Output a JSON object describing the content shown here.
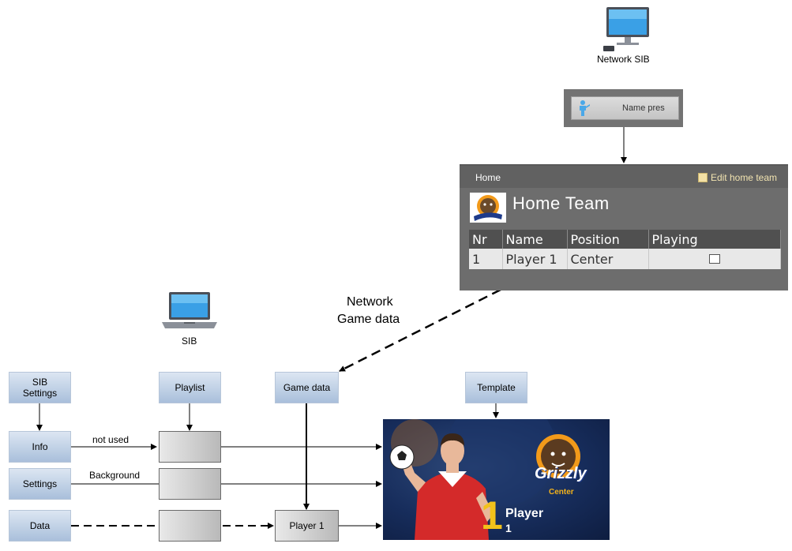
{
  "network_sib": {
    "label": "Network SIB"
  },
  "name_pres": {
    "label": "Name pres"
  },
  "home_panel": {
    "tab": "Home",
    "edit_link": "Edit home team",
    "team_name": "Home Team",
    "columns": [
      "Nr",
      "Name",
      "Position",
      "Playing"
    ],
    "rows": [
      {
        "nr": "1",
        "name": "Player 1",
        "position": "Center",
        "playing": false
      }
    ]
  },
  "network_game_data": {
    "line1": "Network",
    "line2": "Game data"
  },
  "sib": {
    "label": "SIB"
  },
  "boxes": {
    "sib_settings": "SIB\nSettings",
    "playlist": "Playlist",
    "game_data": "Game data",
    "template": "Template",
    "info": "Info",
    "settings": "Settings",
    "data": "Data",
    "player1": "Player 1"
  },
  "edge_labels": {
    "not_used": "not used",
    "background": "Background"
  },
  "graphic": {
    "logo_text": "Grizzly",
    "position": "Center",
    "number": "1",
    "player_word": "Player",
    "player_num": "1",
    "colors": {
      "number": "#f2c21b",
      "logo_ring": "#f29a1a",
      "position": "#f2b21b"
    }
  }
}
